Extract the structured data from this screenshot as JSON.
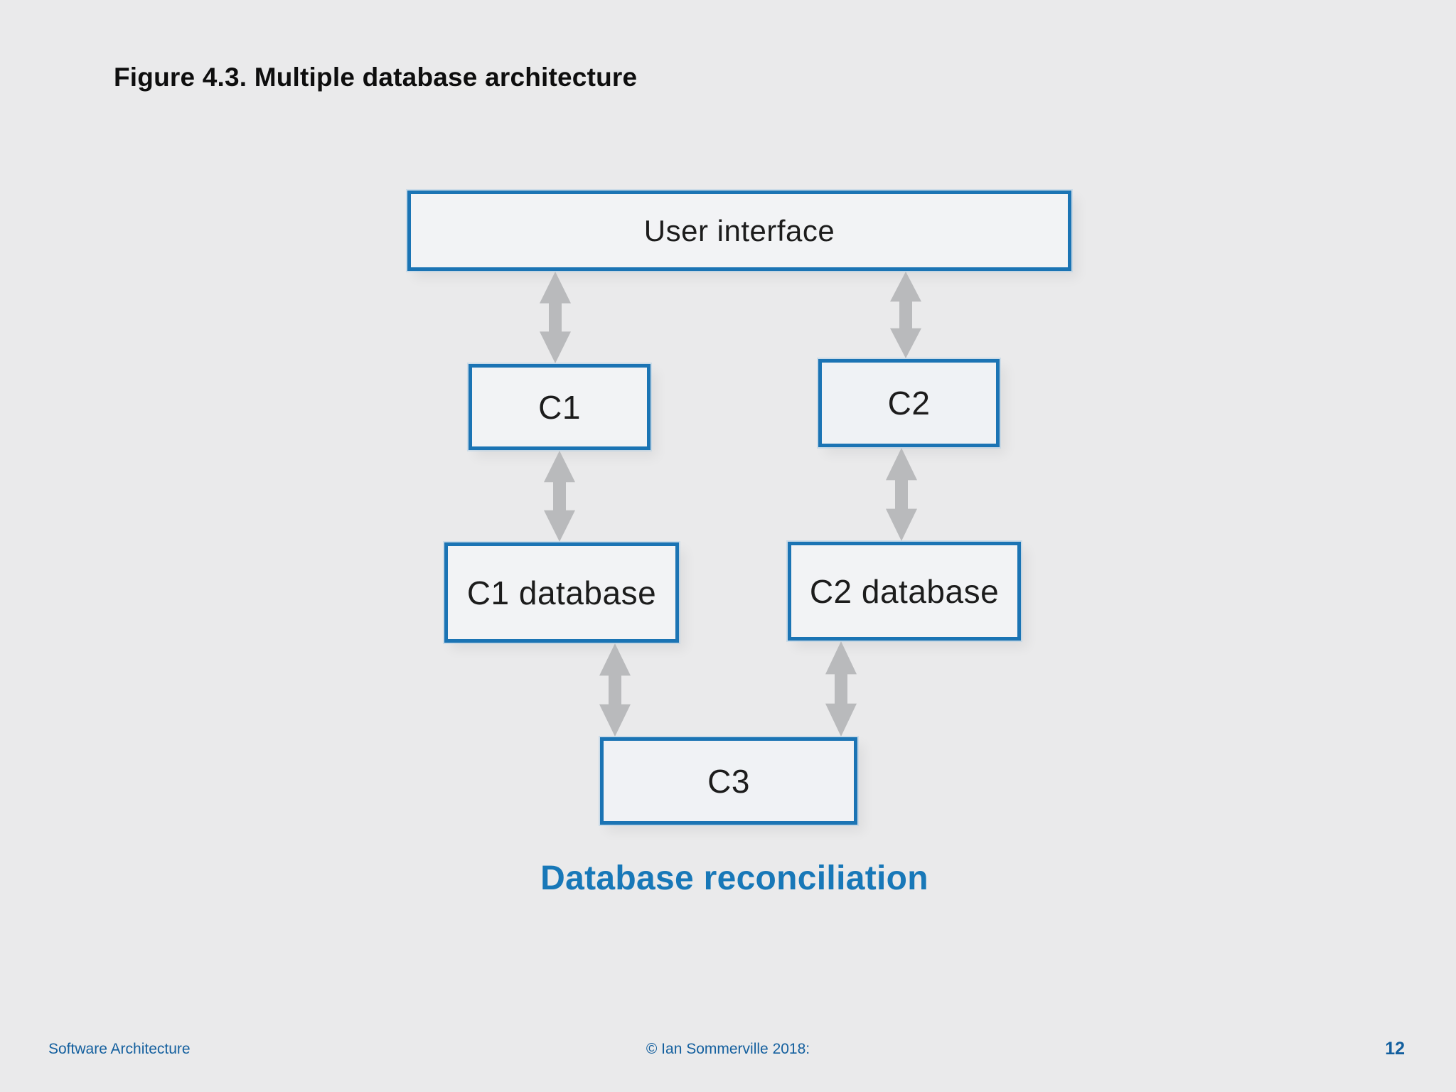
{
  "slide": {
    "title": "Figure 4.3. Multiple database architecture",
    "nodes": {
      "user_interface": {
        "label": "User interface"
      },
      "c1": {
        "label": "C1"
      },
      "c2": {
        "label": "C2"
      },
      "c1_database": {
        "label": "C1 database"
      },
      "c2_database": {
        "label": "C2 database"
      },
      "c3": {
        "label": "C3"
      }
    },
    "caption": "Database reconciliation",
    "footer": {
      "left": "Software Architecture",
      "center": "© Ian Sommerville 2018:",
      "page_number": "12"
    },
    "colors": {
      "background": "#eaeaeb",
      "box_border": "#1b74b4",
      "box_fill": "#f2f3f5",
      "arrow_gray": "#b9babc",
      "caption_blue": "#1878b8",
      "footer_blue": "#135f9e"
    }
  }
}
